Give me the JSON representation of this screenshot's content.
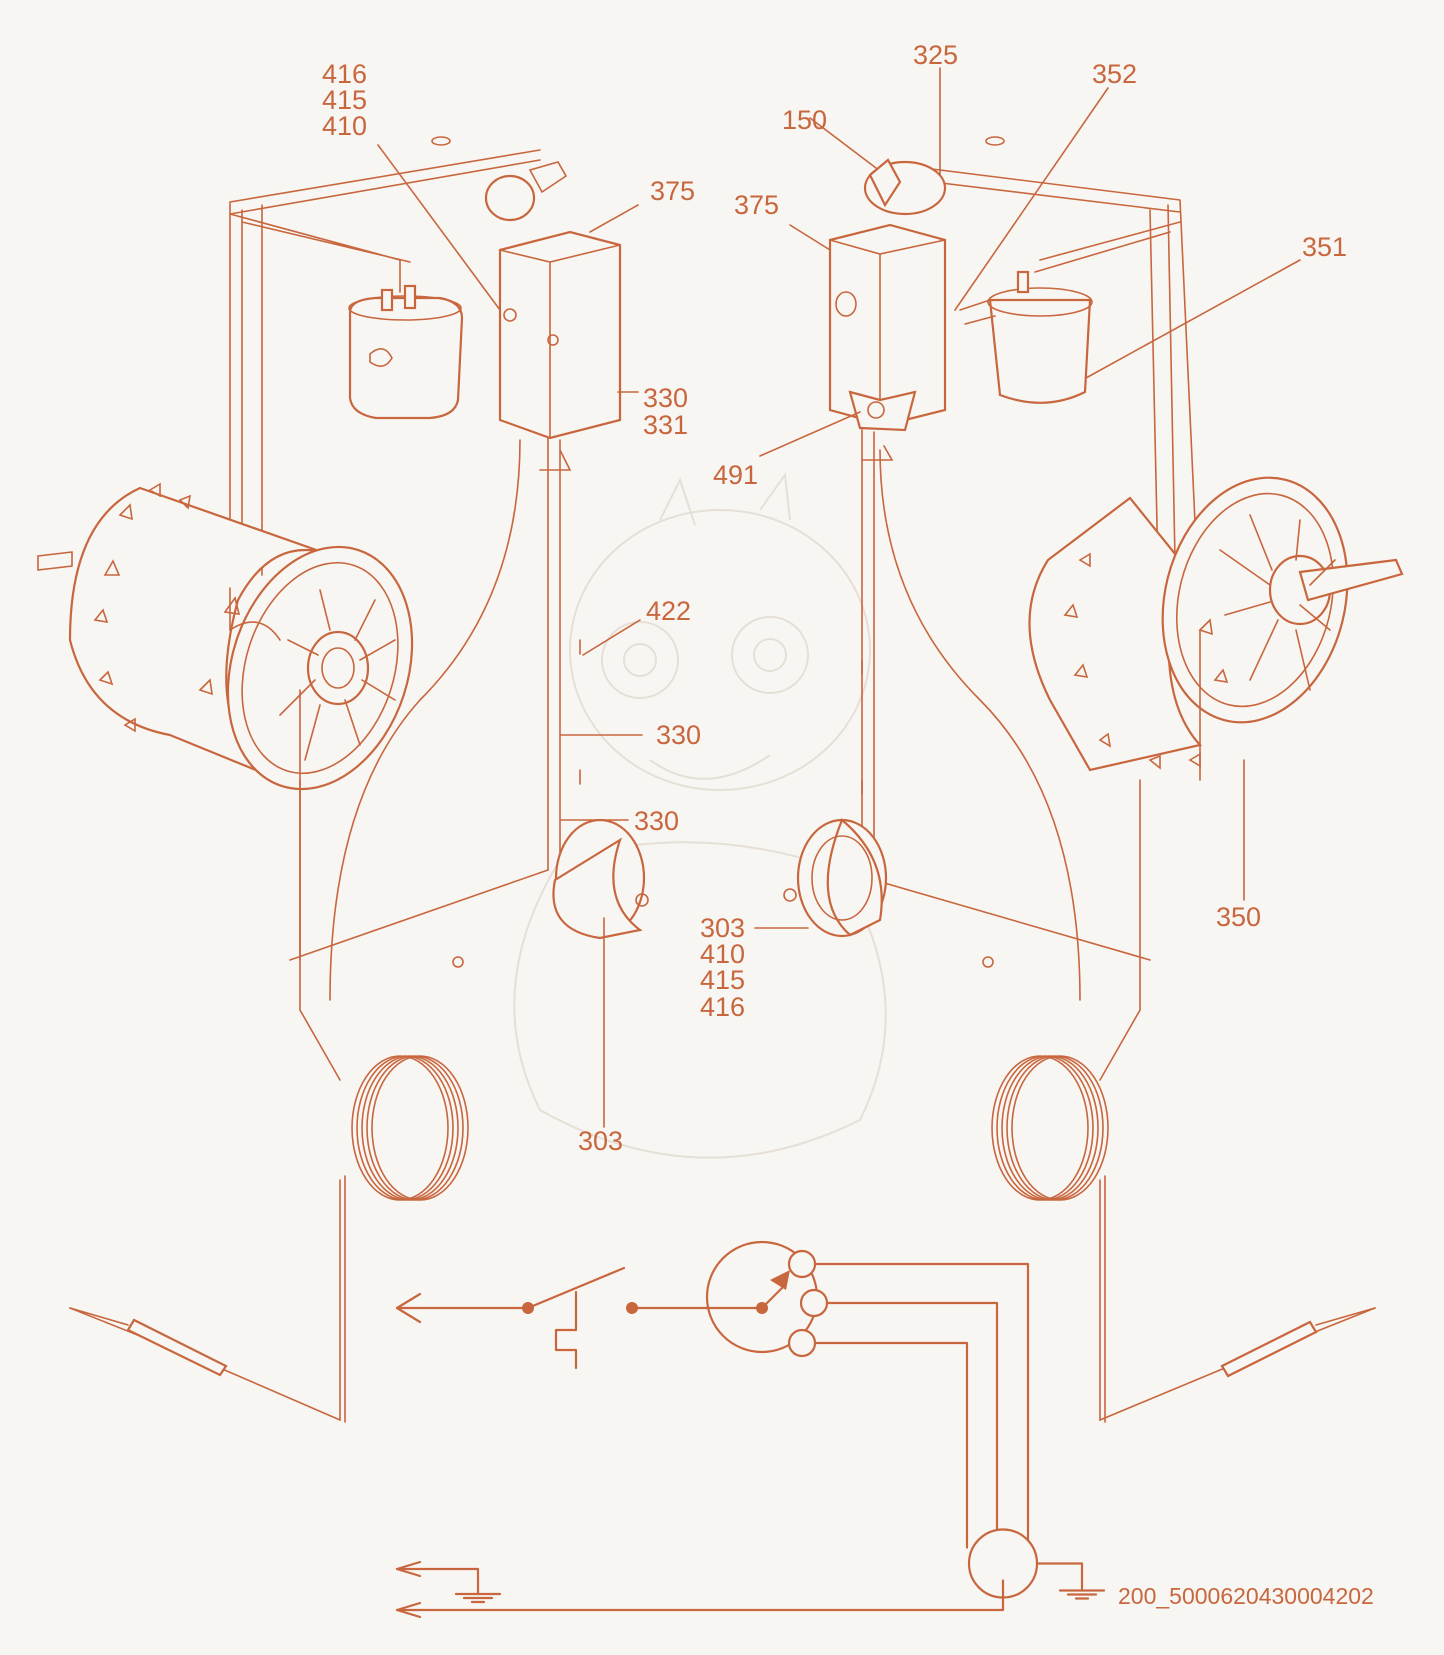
{
  "accent_color": "#c8663e",
  "background_color": "#f8f6f3",
  "callouts": [
    {
      "id": "c416a",
      "text": "416"
    },
    {
      "id": "c415a",
      "text": "415"
    },
    {
      "id": "c410a",
      "text": "410"
    },
    {
      "id": "c375a",
      "text": "375"
    },
    {
      "id": "c330a",
      "text": "330"
    },
    {
      "id": "c331a",
      "text": "331"
    },
    {
      "id": "c422",
      "text": "422"
    },
    {
      "id": "c330b",
      "text": "330"
    },
    {
      "id": "c330c",
      "text": "330"
    },
    {
      "id": "c303a",
      "text": "303"
    },
    {
      "id": "c325",
      "text": "325"
    },
    {
      "id": "c352",
      "text": "352"
    },
    {
      "id": "c150",
      "text": "150"
    },
    {
      "id": "c375b",
      "text": "375"
    },
    {
      "id": "c351",
      "text": "351"
    },
    {
      "id": "c491",
      "text": "491"
    },
    {
      "id": "c350",
      "text": "350"
    },
    {
      "id": "c303b",
      "text": "303"
    },
    {
      "id": "c410b",
      "text": "410"
    },
    {
      "id": "c415b",
      "text": "415"
    },
    {
      "id": "c416b",
      "text": "416"
    }
  ],
  "drawing_reference": "200_5000620430004202"
}
